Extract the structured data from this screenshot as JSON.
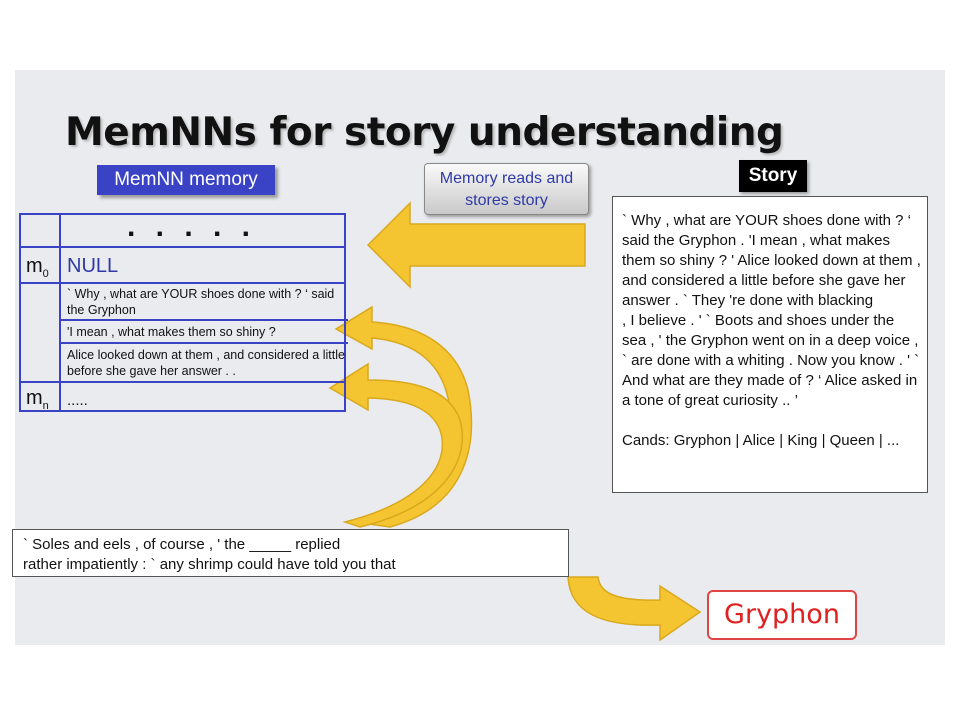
{
  "title": "MemNNs for story understanding",
  "memory_label": "MemNN memory",
  "reads_box": {
    "line1": "Memory reads and",
    "line2": "stores story"
  },
  "story_label": "Story",
  "story_text": "` Why , what are YOUR shoes done with ? ‘ said the Gryphon . 'I mean , what makes them so shiny ? ' Alice looked down at them , and considered a little before she gave her answer . ` They 're done with blacking\n , I believe . ' ` Boots and shoes under the sea , ' the Gryphon went on in a deep voice , ` are done with a whiting . Now you know . ' ` And what are they made of ? ‘ Alice asked in a tone of great curiosity .. ’",
  "cands": "Cands: Gryphon | Alice | King | Queen | ...",
  "memory": {
    "dots": ". . . . .",
    "m0_label": "m",
    "m0_sub": "0",
    "m0_value": "NULL",
    "rows": [
      "` Why , what are YOUR shoes done with ? ‘ said the Gryphon",
      "'I mean , what makes them so shiny ?",
      "Alice looked down at them , and considered a little before she gave her answer . ."
    ],
    "mn_label": "m",
    "mn_sub": "n",
    "mn_value": "....."
  },
  "query": "` Soles and eels , of course , ' the _____ replied\nrather impatiently : ` any shrimp could have told you that",
  "answer": "Gryphon",
  "colors": {
    "arrow": "#f5c431",
    "arrow_stroke": "#d9a91d",
    "table": "#3a43c6",
    "answer": "#e02020"
  }
}
